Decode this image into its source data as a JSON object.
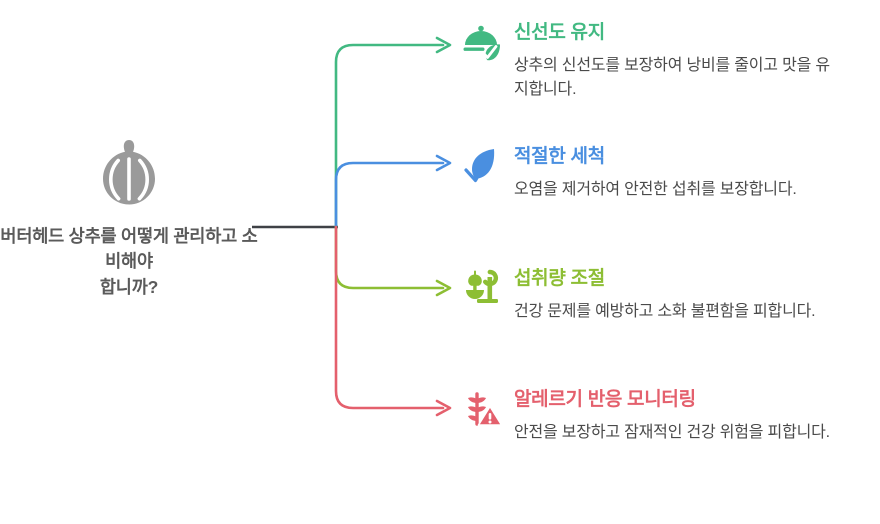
{
  "diagram": {
    "type": "mindmap",
    "orientation": "left-to-right",
    "root": {
      "label": "버터헤드 상추를 어떻게 관리하고 소비해야\n합니까?",
      "icon": "garlic-bulb-icon",
      "icon_color": "#9a9a9a",
      "text_color": "#5a5a5a"
    },
    "trunk_color": "#3f4146",
    "branches": [
      {
        "id": "freshness",
        "title": "신선도 유지",
        "description": "상추의 신선도를 보장하여 낭비를 줄이고 맛을 유지합니다.",
        "color": "#42b982",
        "icon": "food-cover-leaf-check-icon"
      },
      {
        "id": "washing",
        "title": "적절한 세척",
        "description": "오염을 제거하여 안전한 섭취를 보장합니다.",
        "color": "#4a8fe0",
        "icon": "leaf-check-icon"
      },
      {
        "id": "portion",
        "title": "섭취량 조절",
        "description": "건강 문제를 예방하고 소화 불편함을 피합니다.",
        "color": "#8dbe34",
        "icon": "balance-scale-apple-icon"
      },
      {
        "id": "allergy",
        "title": "알레르기 반응 모니터링",
        "description": "안전을 보장하고 잠재적인 건강 위험을 피합니다.",
        "color": "#e4606d",
        "icon": "wheat-warning-icon"
      }
    ]
  }
}
